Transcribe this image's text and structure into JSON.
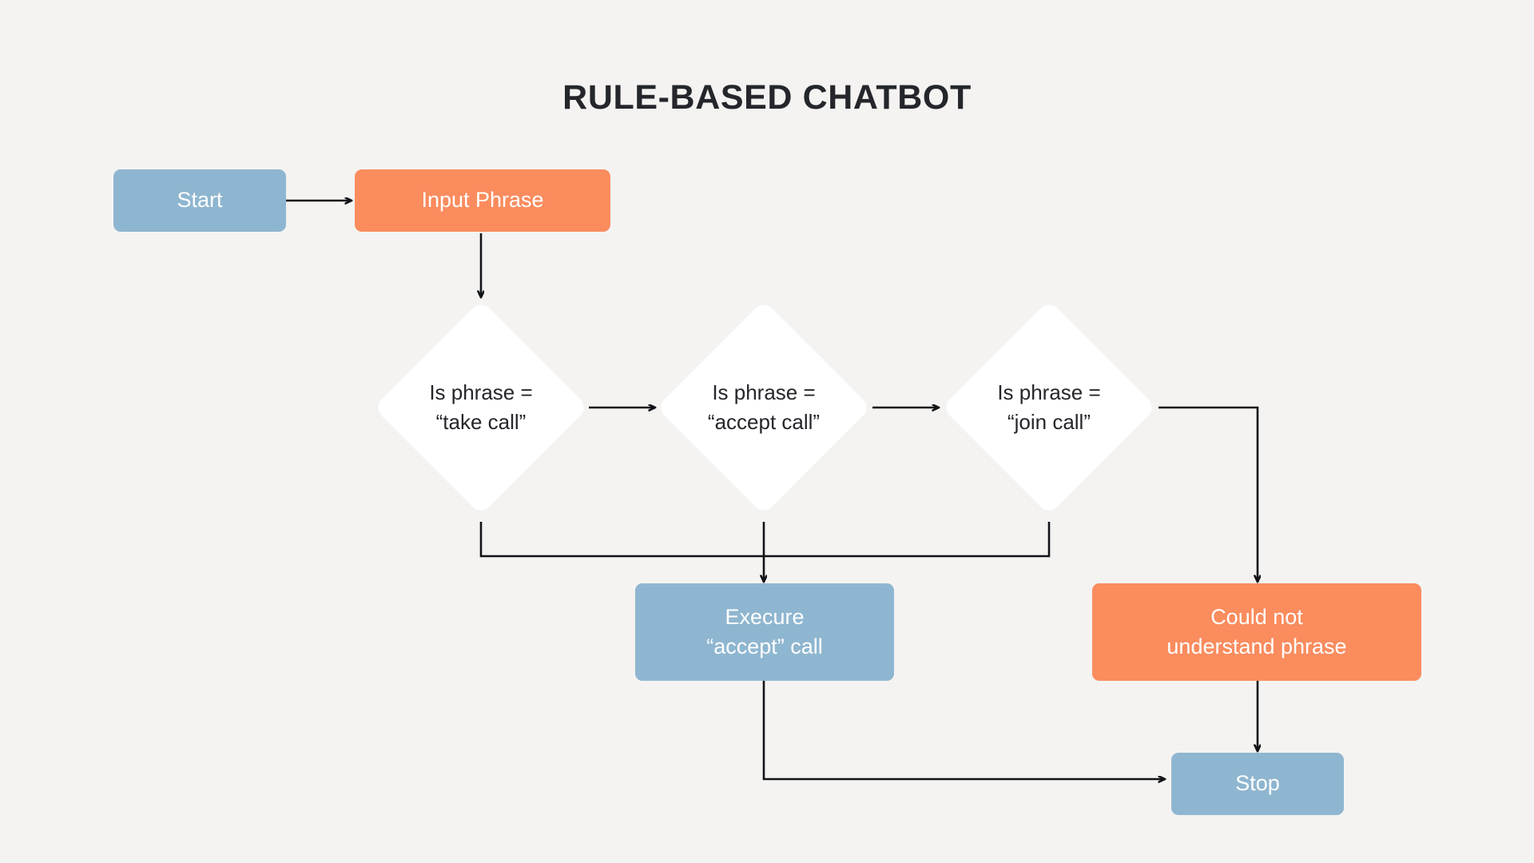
{
  "page": {
    "title": "RULE-BASED CHATBOT",
    "background_color": "#F4F3F1",
    "title_color": "#24262B"
  },
  "palette": {
    "blue": "#8FB6D0",
    "orange": "#FA8C5E",
    "diamond_fill": "#FFFFFF",
    "edge_color": "#111317",
    "node_text": "#FFFFFF",
    "diamond_text": "#24262B"
  },
  "nodes": {
    "start": {
      "label": "Start",
      "shape": "rounded-rect",
      "color": "blue"
    },
    "input_phrase": {
      "label": "Input Phrase",
      "shape": "rounded-rect",
      "color": "orange"
    },
    "decision_take_call": {
      "label": "Is phrase =\n“take call”",
      "shape": "diamond",
      "color": "white"
    },
    "decision_accept_call": {
      "label": "Is phrase =\n“accept call”",
      "shape": "diamond",
      "color": "white"
    },
    "decision_join_call": {
      "label": "Is phrase =\n“join call”",
      "shape": "diamond",
      "color": "white"
    },
    "execute_accept_call": {
      "label": "Execure\n“accept” call",
      "shape": "rounded-rect",
      "color": "blue"
    },
    "could_not_understand": {
      "label": "Could not\nunderstand phrase",
      "shape": "rounded-rect",
      "color": "orange"
    },
    "stop": {
      "label": "Stop",
      "shape": "rounded-rect",
      "color": "blue"
    }
  },
  "edges": [
    {
      "from": "start",
      "to": "input_phrase",
      "arrow": true
    },
    {
      "from": "input_phrase",
      "to": "decision_take_call",
      "arrow": true
    },
    {
      "from": "decision_take_call",
      "to": "decision_accept_call",
      "arrow": true
    },
    {
      "from": "decision_accept_call",
      "to": "decision_join_call",
      "arrow": true
    },
    {
      "from": "decision_take_call",
      "to": "execute_accept_call",
      "arrow": true
    },
    {
      "from": "decision_accept_call",
      "to": "execute_accept_call",
      "arrow": true
    },
    {
      "from": "decision_join_call",
      "to": "execute_accept_call",
      "arrow": true
    },
    {
      "from": "decision_join_call",
      "to": "could_not_understand",
      "arrow": true
    },
    {
      "from": "could_not_understand",
      "to": "stop",
      "arrow": true
    },
    {
      "from": "execute_accept_call",
      "to": "stop",
      "arrow": true
    }
  ]
}
